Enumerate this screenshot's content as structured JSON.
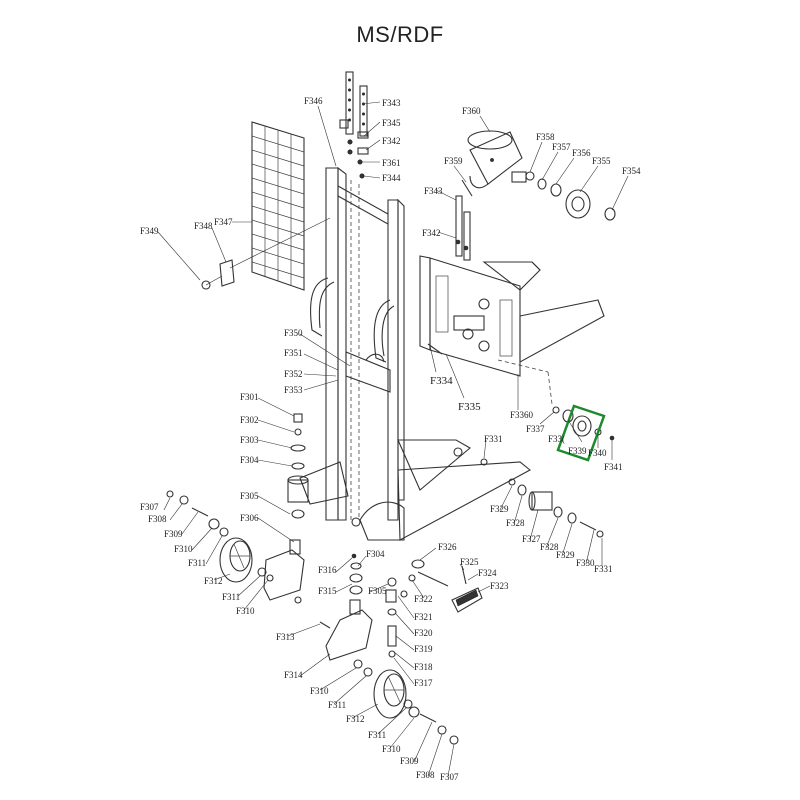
{
  "title": "MS/RDF",
  "highlight_color": "#1e8a2e",
  "labels": {
    "l346": "F346",
    "l343": "F343",
    "l345": "F345",
    "l342": "F342",
    "l361": "F361",
    "l344": "F344",
    "l347": "F347",
    "l348": "F348",
    "l349": "F349",
    "l360": "F360",
    "l358": "F358",
    "l357": "F357",
    "l356": "F356",
    "l355": "F355",
    "l354": "F354",
    "l359": "F359",
    "l343b": "F343",
    "l342b": "F342",
    "l350": "F350",
    "l351": "F351",
    "l352": "F352",
    "l353": "F353",
    "l334": "F334",
    "l335": "F335",
    "l3360": "F3360",
    "l337": "F337",
    "l336": "F33(",
    "l339": "F339",
    "l340": "F340",
    "l341": "F341",
    "l301": "F301",
    "l302": "F302",
    "l303": "F303",
    "l304": "F304",
    "l331": "F331",
    "l305": "F305",
    "l307": "F307",
    "l308": "F308",
    "l309": "F309",
    "l310": "F310",
    "l311": "F311",
    "l306": "F306",
    "l312": "F312",
    "l311b": "F311",
    "l310b": "F310",
    "l313": "F313",
    "l316": "F316",
    "l304b": "F304",
    "l315": "F315",
    "l305b": "F305",
    "l326": "F326",
    "l325": "F325",
    "l324": "F324",
    "l323": "F323",
    "l322": "F322",
    "l321": "F321",
    "l320": "F320",
    "l319": "F319",
    "l318": "F318",
    "l317": "F317",
    "l329": "F329",
    "l328": "F328",
    "l327": "F327",
    "l328b": "F328",
    "l329b": "F329",
    "l330": "F330",
    "l331b": "F331",
    "l314": "F314",
    "l310c": "F310",
    "l311c": "F311",
    "l312b": "F312",
    "l311d": "F311",
    "l310d": "F310",
    "l309b": "F309",
    "l308b": "F308",
    "l307b": "F307"
  }
}
